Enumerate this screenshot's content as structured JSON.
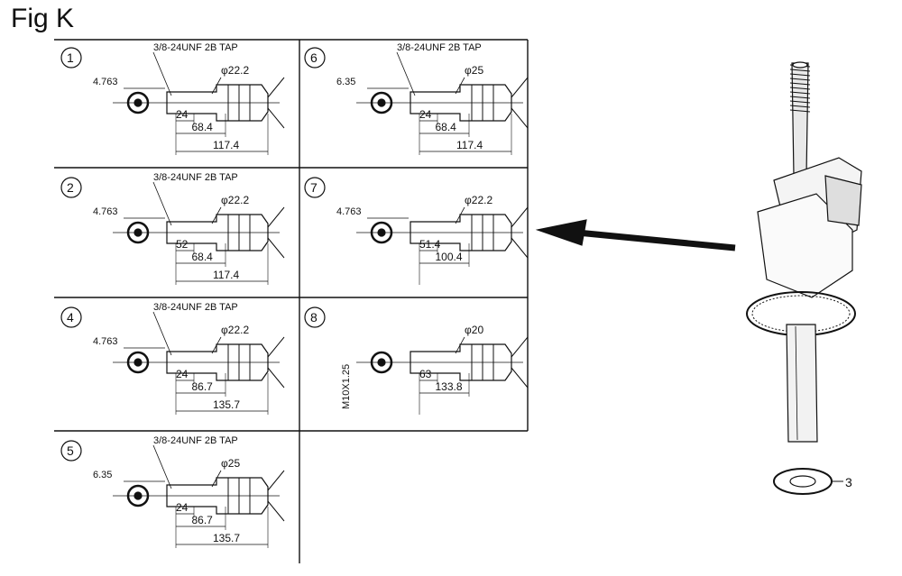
{
  "title": "Fig K",
  "callout": "3",
  "panels": [
    {
      "num": "1",
      "tap": "3/8-24UNF 2B TAP",
      "dia": "φ22.2",
      "key": "4.763",
      "d1": "24",
      "d2": "68.4",
      "d3": "117.4"
    },
    {
      "num": "6",
      "tap": "3/8-24UNF 2B TAP",
      "dia": "φ25",
      "key": "6.35",
      "d1": "24",
      "d2": "68.4",
      "d3": "117.4"
    },
    {
      "num": "2",
      "tap": "3/8-24UNF 2B TAP",
      "dia": "φ22.2",
      "key": "4.763",
      "d1": "52",
      "d2": "68.4",
      "d3": "117.4"
    },
    {
      "num": "7",
      "tap": "",
      "dia": "φ22.2",
      "key": "4.763",
      "d1": "51.4",
      "d2": "100.4",
      "d3": ""
    },
    {
      "num": "4",
      "tap": "3/8-24UNF 2B TAP",
      "dia": "φ22.2",
      "key": "4.763",
      "d1": "24",
      "d2": "86.7",
      "d3": "135.7"
    },
    {
      "num": "8",
      "tap": "",
      "dia": "φ20",
      "key": "M10X1.25",
      "d1": "63",
      "d2": "133.8",
      "d3": ""
    },
    {
      "num": "5",
      "tap": "3/8-24UNF 2B TAP",
      "dia": "φ25",
      "key": "6.35",
      "d1": "24",
      "d2": "86.7",
      "d3": "135.7"
    }
  ]
}
